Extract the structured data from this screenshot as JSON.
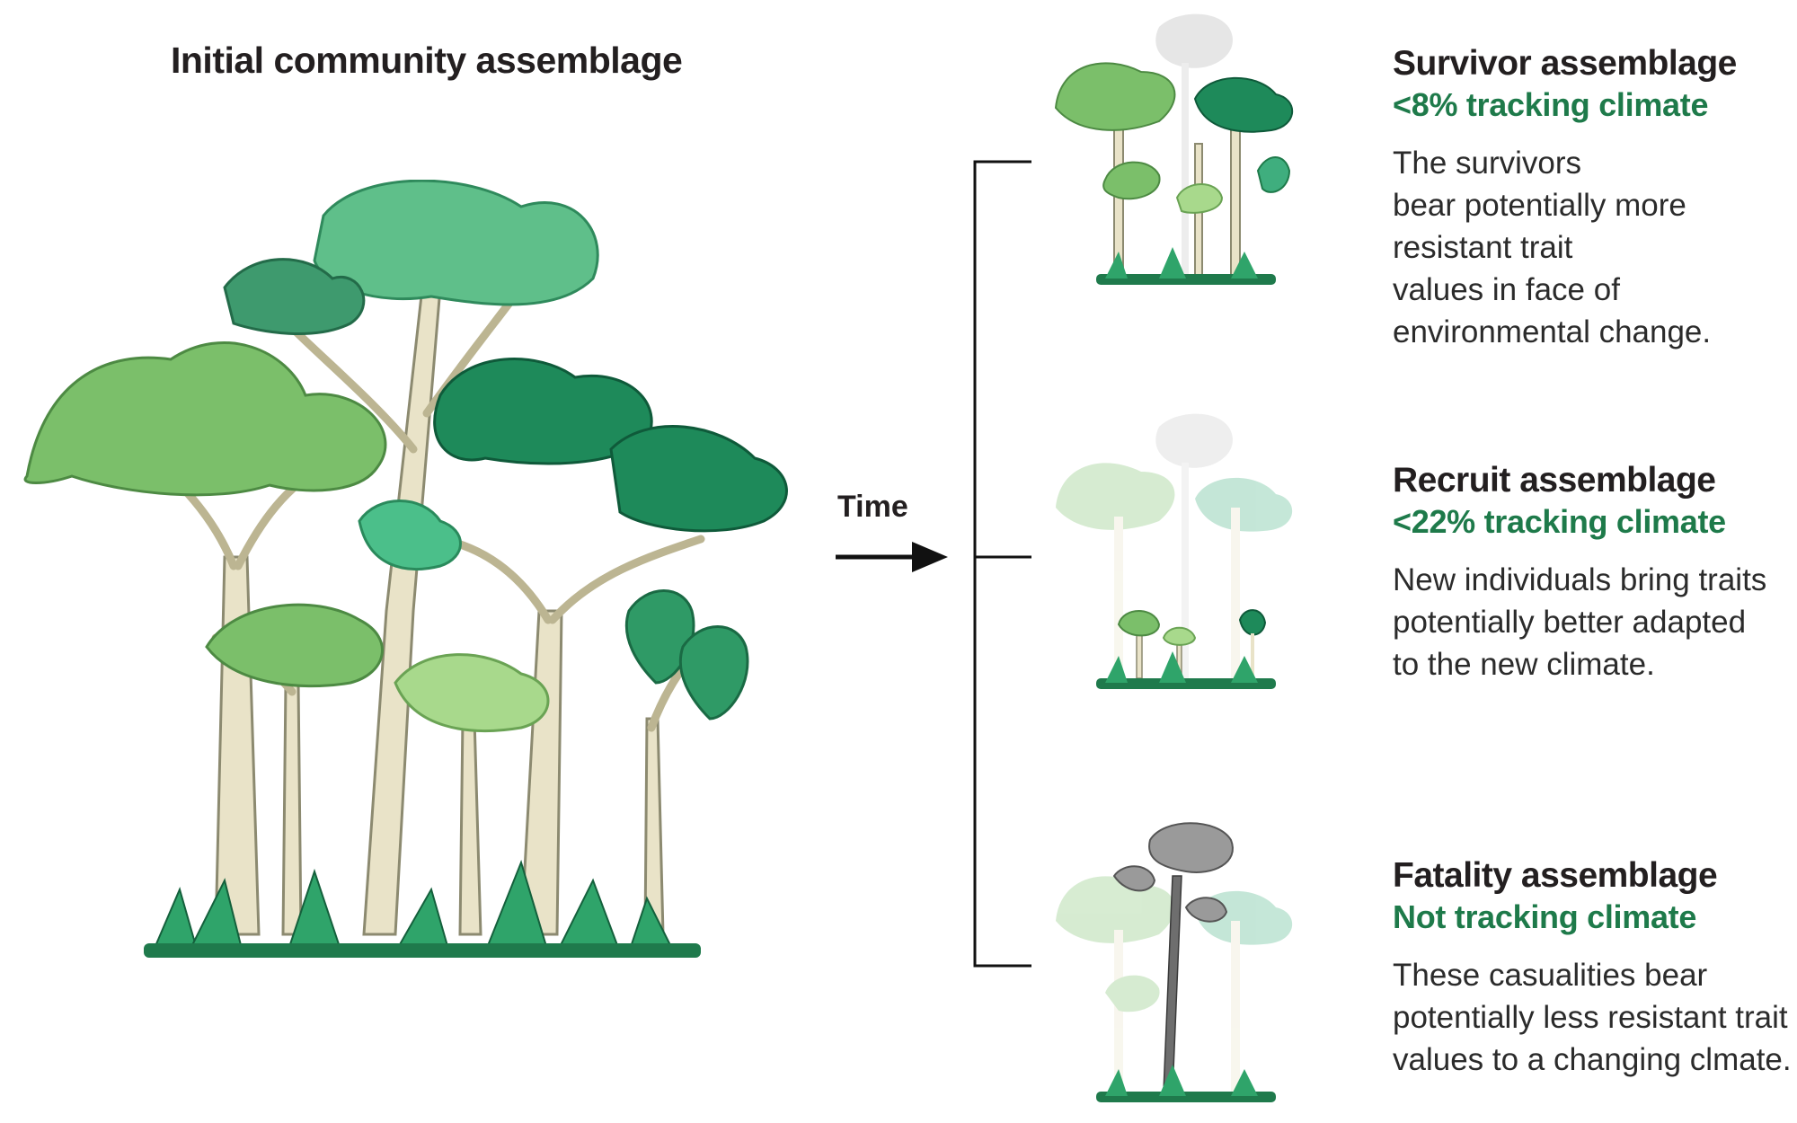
{
  "initial": {
    "title": "Initial community assemblage"
  },
  "time_label": "Time",
  "panels": [
    {
      "title": "Survivor assemblage",
      "subtitle": "<8% tracking climate",
      "desc": [
        "The survivors",
        "bear potentially more",
        "resistant trait",
        "values in face of",
        "environmental change."
      ]
    },
    {
      "title": "Recruit assemblage",
      "subtitle": "<22% tracking climate",
      "desc": [
        "New individuals bring traits",
        "potentially better adapted",
        "to the new climate."
      ]
    },
    {
      "title": "Fatality assemblage",
      "subtitle": "Not tracking climate",
      "desc": [
        "These casualities bear",
        "potentially less resistant trait",
        "values to a changing clmate."
      ]
    }
  ],
  "colors": {
    "accent_green": "#1e7a4a",
    "canopy_light": "#7bbf6a",
    "canopy_teal": "#3fae7e",
    "canopy_dark": "#1e8a5a",
    "trunk": "#e9e3c8",
    "dead_gray": "#9a9a9a"
  }
}
